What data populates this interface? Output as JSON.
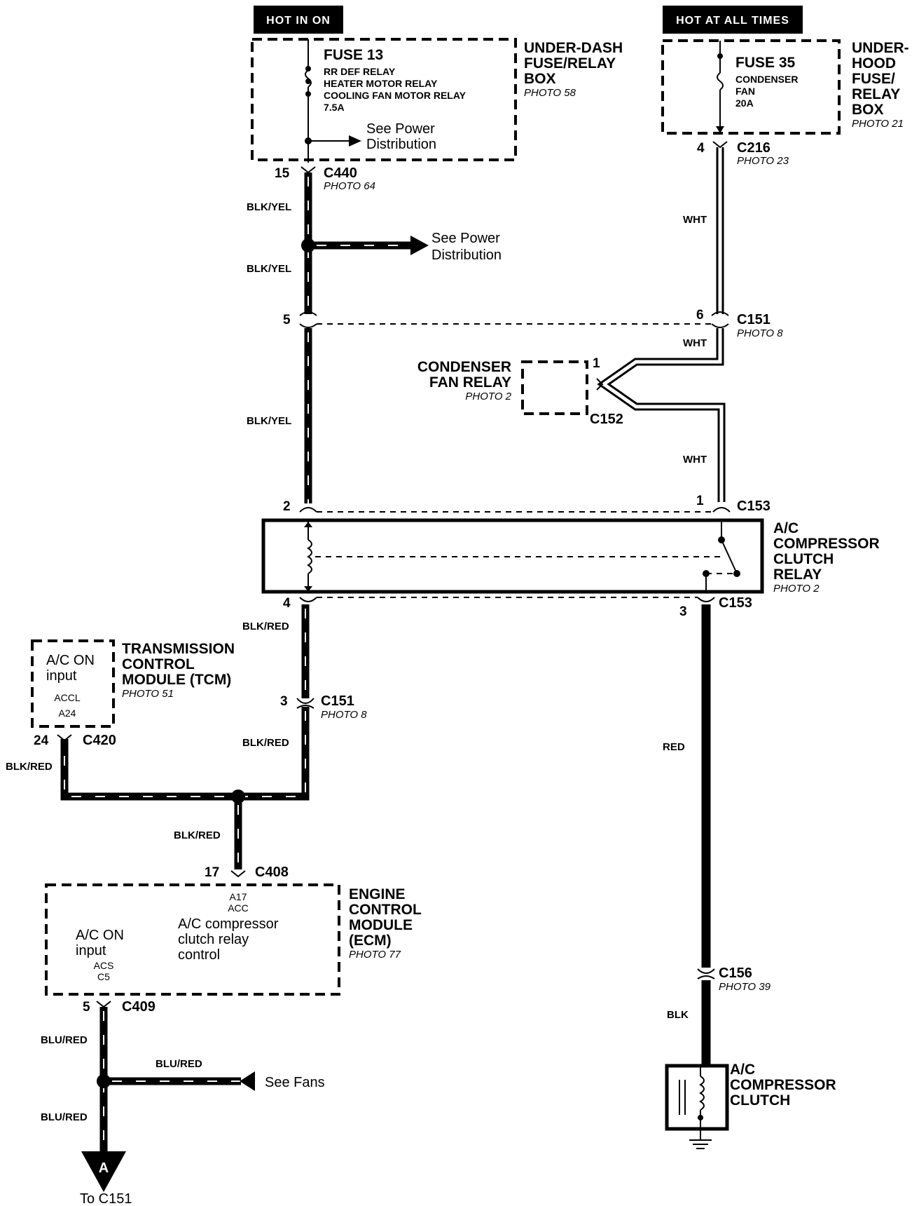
{
  "headers": {
    "hot_in_on": "HOT IN ON",
    "hot_at_all_times": "HOT AT ALL TIMES"
  },
  "under_dash_box": {
    "fuse": "FUSE 13",
    "circuits": [
      "RR DEF RELAY",
      "HEATER MOTOR RELAY",
      "COOLING FAN MOTOR RELAY"
    ],
    "rating": "7.5A",
    "see_power": [
      "See Power",
      "Distribution"
    ],
    "name": [
      "UNDER-DASH",
      "FUSE/RELAY",
      "BOX"
    ],
    "photo": "PHOTO 58"
  },
  "under_hood_box": {
    "fuse": "FUSE 35",
    "circuits": [
      "CONDENSER",
      "FAN"
    ],
    "rating": "20A",
    "name": [
      "UNDER-",
      "HOOD",
      "FUSE/",
      "RELAY",
      "BOX"
    ],
    "photo": "PHOTO 21"
  },
  "connectors": {
    "c440": {
      "pin": "15",
      "name": "C440",
      "photo": "PHOTO 64"
    },
    "c216": {
      "pin": "4",
      "name": "C216",
      "photo": "PHOTO 23"
    },
    "c151_top": {
      "pin_left": "5",
      "pin_right": "6",
      "name": "C151",
      "photo": "PHOTO 8"
    },
    "c152": {
      "pin": "1",
      "name": "C152"
    },
    "c153_top": {
      "pin_left": "2",
      "pin_right": "1",
      "name": "C153"
    },
    "c153_bottom": {
      "pin_left": "4",
      "pin_right": "3",
      "name": "C153"
    },
    "c151_mid": {
      "pin": "3",
      "name": "C151",
      "photo": "PHOTO 8"
    },
    "c420": {
      "pin": "24",
      "name": "C420"
    },
    "c408": {
      "pin": "17",
      "name": "C408"
    },
    "c409": {
      "pin": "5",
      "name": "C409"
    },
    "c156": {
      "name": "C156",
      "photo": "PHOTO 39"
    }
  },
  "wires": {
    "blk_yel": "BLK/YEL",
    "wht": "WHT",
    "blk_red": "BLK/RED",
    "red": "RED",
    "blk": "BLK",
    "blu_red": "BLU/RED"
  },
  "see_power_mid": [
    "See Power",
    "Distribution"
  ],
  "condenser_fan_relay": {
    "name": [
      "CONDENSER",
      "FAN RELAY"
    ],
    "photo": "PHOTO 2"
  },
  "ac_compressor_clutch_relay": {
    "name": [
      "A/C",
      "COMPRESSOR",
      "CLUTCH",
      "RELAY"
    ],
    "photo": "PHOTO 2"
  },
  "tcm": {
    "input": [
      "A/C ON",
      "input"
    ],
    "terminal": [
      "ACCL",
      "A24"
    ],
    "name": [
      "TRANSMISSION",
      "CONTROL",
      "MODULE (TCM)"
    ],
    "photo": "PHOTO 51"
  },
  "ecm": {
    "top_terminal": [
      "A17",
      "ACC"
    ],
    "control": [
      "A/C compressor",
      "clutch relay",
      "control"
    ],
    "input": [
      "A/C ON",
      "input"
    ],
    "input_terminal": [
      "ACS",
      "C5"
    ],
    "name": [
      "ENGINE",
      "CONTROL",
      "MODULE",
      "(ECM)"
    ],
    "photo": "PHOTO 77"
  },
  "see_fans": "See Fans",
  "ref_a": {
    "letter": "A",
    "to": "To C151"
  },
  "ac_compressor_clutch": {
    "name": [
      "A/C",
      "COMPRESSOR",
      "CLUTCH"
    ]
  }
}
